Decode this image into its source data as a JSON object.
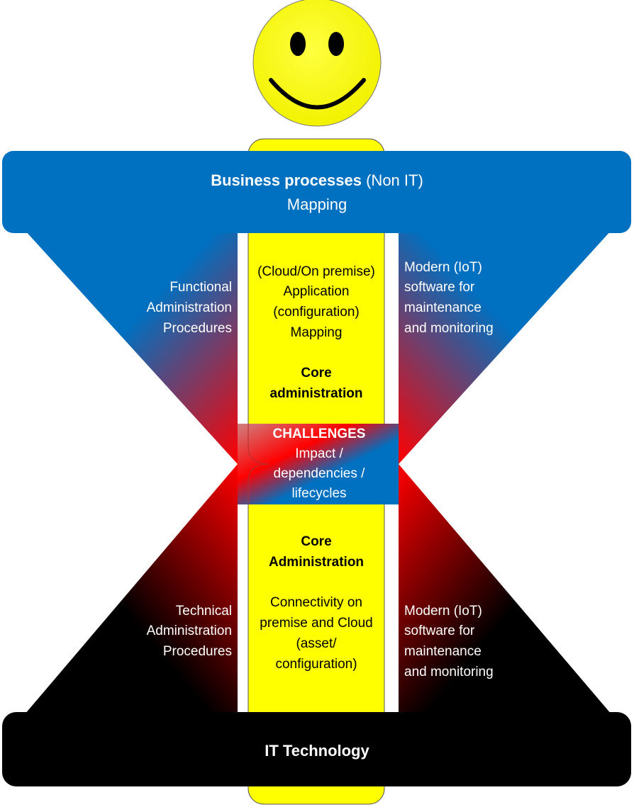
{
  "colors": {
    "blue": "#0070C0",
    "yellow": "#FFFF00",
    "red": "#FF0000",
    "black": "#000000"
  },
  "top_bar": {
    "title_bold": "Business processes",
    "title_rest": "(Non IT)",
    "subtitle": "Mapping"
  },
  "bottom_bar": {
    "title": "IT Technology"
  },
  "left_upper": [
    "Functional",
    "Administration",
    "Procedures"
  ],
  "right_upper": [
    "Modern (IoT)",
    "software for",
    "maintenance",
    "and monitoring"
  ],
  "left_lower": [
    "Technical",
    "Administration",
    "Procedures"
  ],
  "right_lower": [
    "Modern (IoT)",
    "software for",
    "maintenance",
    "and monitoring"
  ],
  "center_upper": {
    "lines": [
      "(Cloud/On premise)",
      "Application",
      "(configuration)",
      "Mapping"
    ],
    "bold": [
      "Core",
      "administration"
    ]
  },
  "challenges": {
    "title": "CHALLENGES",
    "lines": [
      "Impact /",
      "dependencies /",
      "lifecycles"
    ]
  },
  "center_lower": {
    "bold": [
      "Core",
      "Administration"
    ],
    "lines": [
      "Connectivity on",
      "premise and Cloud",
      "(asset/",
      "configuration)"
    ]
  },
  "icons": [
    "smiley-face-icon"
  ]
}
